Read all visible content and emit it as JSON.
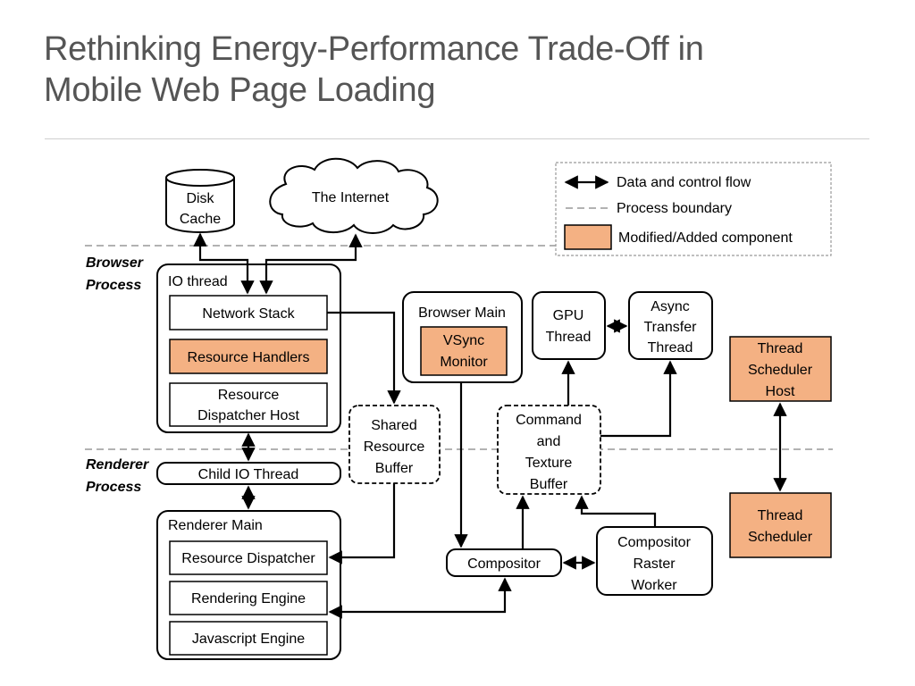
{
  "slide": {
    "title_line1": "Rethinking Energy-Performance Trade-Off in",
    "title_line2": "Mobile Web Page Loading"
  },
  "legend": {
    "data_flow": "Data and control flow",
    "process_boundary": "Process boundary",
    "modified": "Modified/Added component"
  },
  "colors": {
    "modified_fill": "#f4b183",
    "box_stroke": "#000000",
    "boundary": "#999999"
  },
  "processes": {
    "browser_line1": "Browser",
    "browser_line2": "Process",
    "renderer_line1": "Renderer",
    "renderer_line2": "Process"
  },
  "components": {
    "disk_cache_1": "Disk",
    "disk_cache_2": "Cache",
    "internet": "The Internet",
    "io_thread": "IO thread",
    "network_stack": "Network Stack",
    "resource_handlers": "Resource Handlers",
    "rdh_1": "Resource",
    "rdh_2": "Dispatcher Host",
    "browser_main": "Browser Main",
    "vsync_1": "VSync",
    "vsync_2": "Monitor",
    "gpu_1": "GPU",
    "gpu_2": "Thread",
    "async_1": "Async",
    "async_2": "Transfer",
    "async_3": "Thread",
    "tsh_1": "Thread",
    "tsh_2": "Scheduler",
    "tsh_3": "Host",
    "srb_1": "Shared",
    "srb_2": "Resource",
    "srb_3": "Buffer",
    "ctb_1": "Command",
    "ctb_2": "and",
    "ctb_3": "Texture",
    "ctb_4": "Buffer",
    "child_io": "Child IO Thread",
    "ts_1": "Thread",
    "ts_2": "Scheduler",
    "renderer_main": "Renderer Main",
    "resource_dispatcher": "Resource Dispatcher",
    "rendering_engine": "Rendering Engine",
    "js_engine": "Javascript Engine",
    "compositor": "Compositor",
    "crw_1": "Compositor",
    "crw_2": "Raster",
    "crw_3": "Worker"
  }
}
